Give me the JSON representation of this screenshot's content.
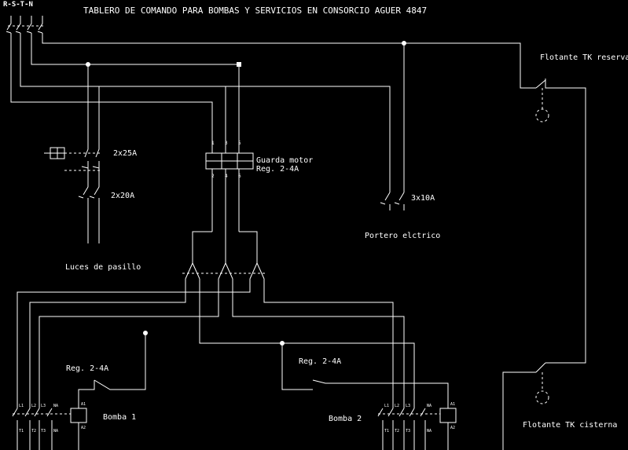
{
  "title": "TABLERO DE COMANDO PARA BOMBAS Y SERVICIOS EN CONSORCIO AGUER 4847",
  "phases": "R-S-T-N",
  "labels": {
    "breaker_main": "2x25A",
    "breaker_lights": "2x20A",
    "lights": "Luces de pasillo",
    "guard_motor_1": "Guarda motor",
    "guard_motor_2": "Reg. 2-4A",
    "breaker_intercom": "3x10A",
    "intercom": "Portero elctrico",
    "float_reserve": "Flotante TK reserva",
    "float_cistern": "Flotante TK cisterna",
    "reg_1": "Reg. 2-4A",
    "reg_2": "Reg. 2-4A",
    "pump_1": "Bomba 1",
    "pump_2": "Bomba 2"
  },
  "terminals": {
    "gm_top": [
      "1",
      "3",
      "5"
    ],
    "gm_bottom": [
      "2",
      "4",
      "6"
    ],
    "contactor_top": [
      "L1",
      "L2",
      "L3",
      "NA"
    ],
    "contactor_bottom": [
      "T1",
      "T2",
      "T3",
      "NA"
    ],
    "coil": [
      "A1",
      "A2"
    ]
  }
}
